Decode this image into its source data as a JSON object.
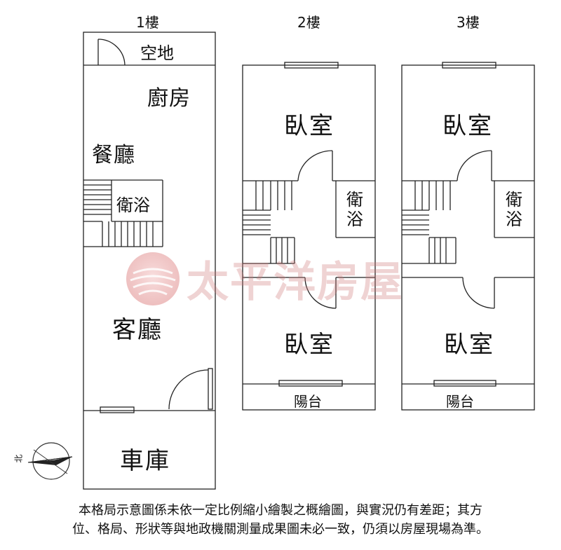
{
  "floors": [
    {
      "name": "1樓"
    },
    {
      "name": "2樓"
    },
    {
      "name": "3樓"
    }
  ],
  "floor1": {
    "open_space": "空地",
    "kitchen": "廚房",
    "dining": "餐廳",
    "bathroom": "衛浴",
    "living": "客廳",
    "garage": "車庫"
  },
  "floor2": {
    "bedroom_front": "臥室",
    "bathroom_chars": [
      "衛",
      "浴"
    ],
    "bedroom_back": "臥室",
    "balcony": "陽台"
  },
  "floor3": {
    "bedroom_front": "臥室",
    "bathroom_chars": [
      "衛",
      "浴"
    ],
    "bedroom_back": "臥室",
    "balcony": "陽台"
  },
  "watermark": {
    "text": "太平洋房屋",
    "color": "#d88080"
  },
  "compass": {
    "north_glyph": "北"
  },
  "disclaimer": {
    "line1": "本格局示意圖係未依一定比例縮小繪製之概繪圖，與實況仍有差距；其方",
    "line2": "位、格局、形狀等與地政機關測量成果圖未必一致，仍須以房屋現場為準。"
  }
}
